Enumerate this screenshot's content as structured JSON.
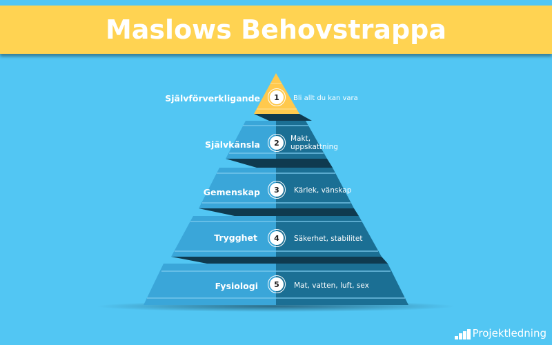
{
  "header": {
    "title": "Maslows Behovstrappa"
  },
  "colors": {
    "background": "#52c6f3",
    "banner": "#ffd352",
    "apex": "#ffc94d",
    "tier_light": "#3aa6d9",
    "tier_dark": "#1b6f94",
    "shadow": "#0f3a4f"
  },
  "tiers": [
    {
      "number": "1",
      "label": "Självförverkligande",
      "description": "Bli allt du kan vara"
    },
    {
      "number": "2",
      "label": "Självkänsla",
      "description_line1": "Makt,",
      "description_line2": "uppskattning"
    },
    {
      "number": "3",
      "label": "Gemenskap",
      "description": "Kärlek, vänskap"
    },
    {
      "number": "4",
      "label": "Trygghet",
      "description": "Säkerhet, stabilitet"
    },
    {
      "number": "5",
      "label": "Fysiologi",
      "description": "Mat, vatten, luft, sex"
    }
  ],
  "footer": {
    "brand": "Projektledning",
    "brand_icon": "bar-chart-icon"
  }
}
